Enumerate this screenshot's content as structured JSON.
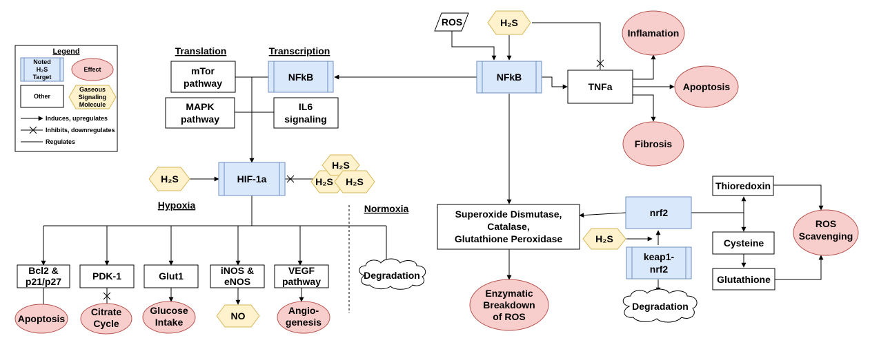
{
  "legend": {
    "title": "Legend",
    "target_label": [
      "Noted",
      "H₂S",
      "Target"
    ],
    "effect_label": "Effect",
    "other_label": "Other",
    "gas_label": [
      "Gaseous",
      "Signaling",
      "Molecule"
    ],
    "induces_label": "Induces, upregulates",
    "inhibits_label": "Inhibits, downregulates",
    "regulates_label": "Regulates"
  },
  "headers": {
    "translation": "Translation",
    "transcription": "Transcription",
    "hypoxia": "Hypoxia",
    "normoxia": "Normoxia"
  },
  "nodes": {
    "mtor": [
      "mTor",
      "pathway"
    ],
    "nfkb_left": "NFkB",
    "mapk": [
      "MAPK",
      "pathway"
    ],
    "il6": [
      "IL6",
      "signaling"
    ],
    "h2s": "H₂S",
    "hif1a": "HIF-1a",
    "bcl2": [
      "Bcl2 &",
      "p21/p27"
    ],
    "pdk1": "PDK-1",
    "glut1": "Glut1",
    "inos": [
      "iNOS &",
      "eNOS"
    ],
    "vegf": [
      "VEGF",
      "pathway"
    ],
    "degradation": "Degradation",
    "apoptosis": "Apoptosis",
    "citrate": [
      "Citrate",
      "Cycle"
    ],
    "glucose": [
      "Glucose",
      "Intake"
    ],
    "no": "NO",
    "angio": [
      "Angio-",
      "genesis"
    ],
    "ros": "ROS",
    "nfkb_right": "NFkB",
    "tnfa": "TNFa",
    "inflamation": "Inflamation",
    "fibrosis": "Fibrosis",
    "antioxidants": [
      "Superoxide Dismutase,",
      "Catalase,",
      "Glutathione Peroxidase"
    ],
    "enzymatic": [
      "Enzymatic",
      "Breakdown",
      "of ROS"
    ],
    "nrf2": "nrf2",
    "keap1": [
      "keap1-",
      "nrf2"
    ],
    "thioredoxin": "Thioredoxin",
    "cysteine": "Cysteine",
    "glutathione": "Glutathione",
    "ros_scavenging": [
      "ROS",
      "Scavenging"
    ]
  }
}
